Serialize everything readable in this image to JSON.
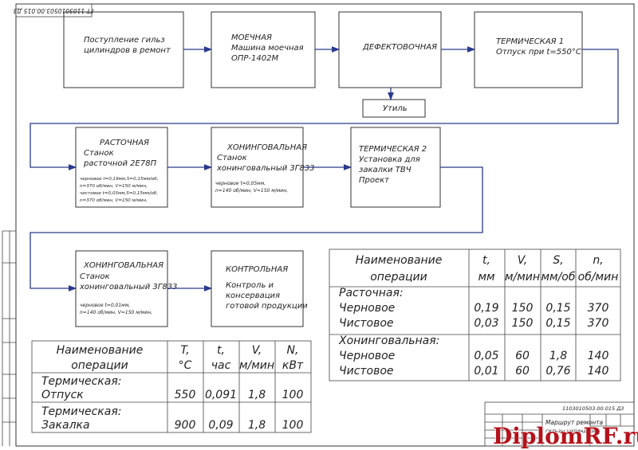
{
  "doc_code_rotated": "ГТ 1103010503.00.015 Д3",
  "boxes": {
    "b1": [
      "Поступление гильз",
      "цилиндров в ремонт"
    ],
    "b2": [
      "МОЕЧНАЯ",
      "Машина моечная",
      "ОПР-1402М"
    ],
    "b3": [
      "ДЕФЕКТОВОЧНАЯ"
    ],
    "b4": [
      "ТЕРМИЧЕСКАЯ 1",
      "Отпуск при t=550°С"
    ],
    "util": [
      "Утиль"
    ],
    "b5": [
      "РАСТОЧНАЯ",
      "Станок",
      "расточной 2Е78П"
    ],
    "b5small": [
      "черновое t=0,19мм,S=0,15мм/об,",
      "n=370 об/мин, V=150 м/мин,",
      "чистовое t=0,03мм,S=0,15мм/об,",
      "n=370 об/мин, V=150 м/мин,"
    ],
    "b6": [
      "ХОНИНГОВАЛЬНАЯ",
      "Станок",
      "хонинговальный 3Г833"
    ],
    "b6small": [
      "черновое t=0,05мм,",
      "n=140 об/мин,  V=150 м/мин,"
    ],
    "b7": [
      "ТЕРМИЧЕСКАЯ 2",
      "Установка для",
      "закалки ТВЧ",
      "Проект"
    ],
    "b8": [
      "ХОНИНГОВАЛЬНАЯ",
      "Станок",
      "хонинговальный 3Г833"
    ],
    "b8small": [
      "черновое t=0,01мм,",
      "n=140 об/мин,  V=150 м/мин,"
    ],
    "b9": [
      "КОНТРОЛЬНАЯ",
      "Контроль и",
      "консервация",
      "готовой продукции"
    ]
  },
  "table_right": {
    "headers": [
      [
        "Наименование",
        "операции"
      ],
      [
        "t,",
        "мм"
      ],
      [
        "V,",
        "м/мин"
      ],
      [
        "S,",
        "мм/об"
      ],
      [
        "n,",
        "об/мин"
      ]
    ],
    "groups": [
      {
        "name": "Расточная:",
        "rows": [
          [
            "Черновое",
            "0,19",
            "150",
            "0,15",
            "370"
          ],
          [
            "Чистовое",
            "0,03",
            "150",
            "0,15",
            "370"
          ]
        ]
      },
      {
        "name": "Хонинговальная:",
        "rows": [
          [
            "Черновое",
            "0,05",
            "60",
            "1,8",
            "140"
          ],
          [
            "Чистовое",
            "0,01",
            "60",
            "0,76",
            "140"
          ]
        ]
      }
    ]
  },
  "table_left": {
    "headers": [
      [
        "Наименование",
        "операции"
      ],
      [
        "T,",
        "°С"
      ],
      [
        "t,",
        "час"
      ],
      [
        "V,",
        "м/мин"
      ],
      [
        "N,",
        "кВт"
      ]
    ],
    "rows": [
      {
        "name": [
          "Термическая:",
          "Отпуск"
        ],
        "vals": [
          "550",
          "0,091",
          "1,8",
          "100"
        ]
      },
      {
        "name": [
          "Термическая:",
          "Закалка"
        ],
        "vals": [
          "900",
          "0,09",
          "1,8",
          "100"
        ]
      }
    ]
  },
  "title_block": {
    "code": "1103010503.00.015 Д3",
    "title": "Маршрут ремонта",
    "sub": "гильзы цилиндров"
  },
  "watermark": "DiplomRF.ru"
}
